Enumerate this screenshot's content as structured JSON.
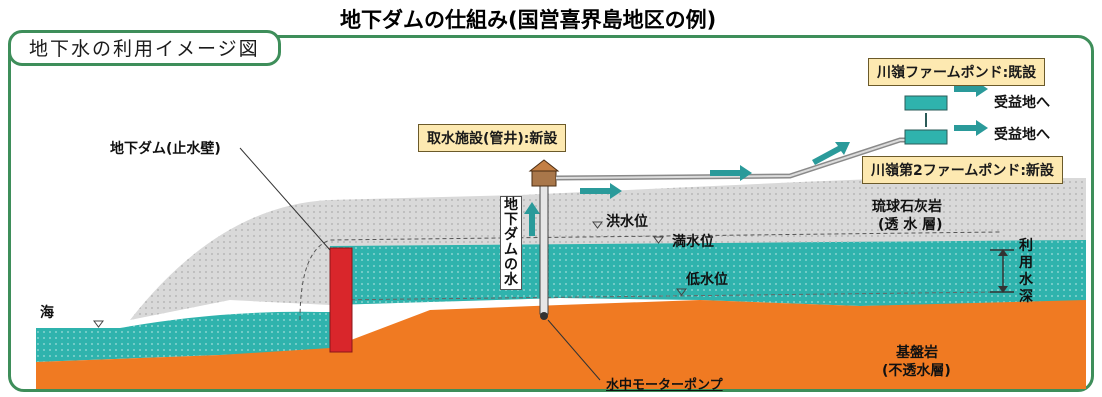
{
  "title": "地下ダムの仕組み(国営喜界島地区の例)",
  "panel_label": "地下水の利用イメージ図",
  "labels": {
    "dam_wall": "地下ダム(止水壁)",
    "intake": "取水施設(管井):新設",
    "pond_existing": "川嶺ファームポンド:既設",
    "pond_new": "川嶺第2ファームポンド:新設",
    "beneficiary_1": "受益地へ",
    "beneficiary_2": "受益地へ",
    "limestone_1": "琉球石灰岩",
    "limestone_2": "(透 水 層)",
    "flood_level": "洪水位",
    "full_level": "満水位",
    "low_level": "低水位",
    "sea": "海",
    "dam_water": "地下ダムの水",
    "usable_depth": "利用水深",
    "pump": "水中モーターポンプ",
    "bedrock_1": "基盤岩",
    "bedrock_2": "(不透水層)"
  },
  "colors": {
    "frame": "#3e8e5a",
    "water": "#2fb3ad",
    "bedrock": "#f07a22",
    "limestone": "#d9d9d9",
    "wall": "#d9262b",
    "arrow": "#2a9a9a",
    "label_box": "#fde9b1"
  }
}
